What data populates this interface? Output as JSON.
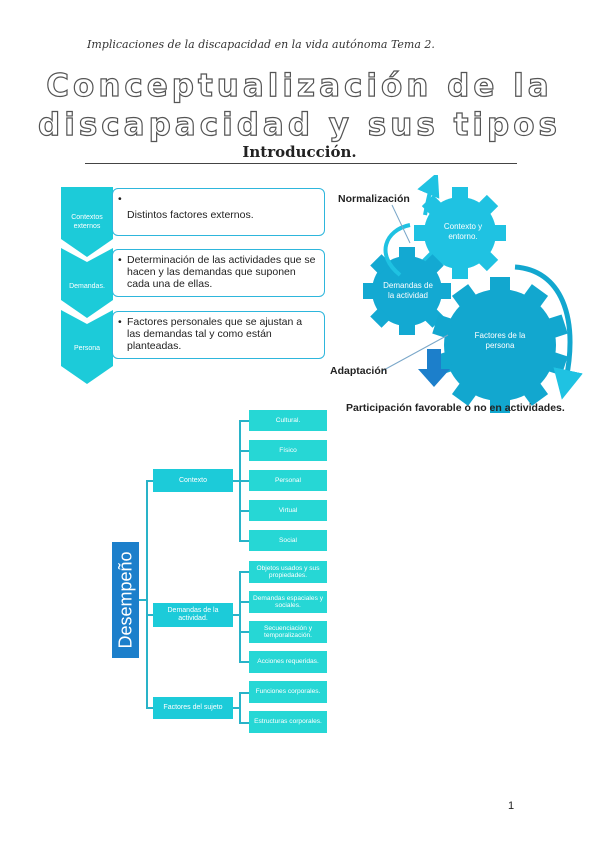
{
  "header": {
    "subtitle": "Implicaciones de la discapacidad en la vida autónoma Tema 2."
  },
  "title": {
    "line1": "Conceptualización de la",
    "line2": "discapacidad y sus tipos"
  },
  "section_heading": "Introducción.",
  "list": [
    {
      "tag": "Contextos externos",
      "text": "Distintos factores externos."
    },
    {
      "tag": "Demandas.",
      "text": "Determinación de las actividades que se hacen y las demandas que suponen cada una de ellas."
    },
    {
      "tag": "Persona",
      "text": "Factores personales que se ajustan a las demandas tal y como están planteadas."
    }
  ],
  "gears": {
    "normalizacion": "Normalización",
    "adaptacion": "Adaptación",
    "contexto": "Contexto y entorno.",
    "demandas": "Demandas de la actividad",
    "factores": "Factores de la persona",
    "resultado": "Participación favorable o no en actividades."
  },
  "tree": {
    "root": "Desempeño",
    "branches": [
      {
        "label": "Contexto",
        "leaves": [
          "Cultural.",
          "Físico",
          "Personal",
          "Virtual",
          "Social"
        ]
      },
      {
        "label": "Demandas de la actividad.",
        "leaves": [
          "Objetos usados y sus propiedades.",
          "Demandas espaciales y sociales.",
          "Secuenciación y temporalización.",
          "Acciones requeridas."
        ]
      },
      {
        "label": "Factores del sujeto",
        "leaves": [
          "Funciones corporales.",
          "Estructuras corporales."
        ]
      }
    ]
  },
  "page_number": "1",
  "colors": {
    "teal": "#1ccbd9",
    "blue": "#1c7fcb",
    "gear_dark": "#12a7cf",
    "gear_light": "#1fc2e2"
  }
}
